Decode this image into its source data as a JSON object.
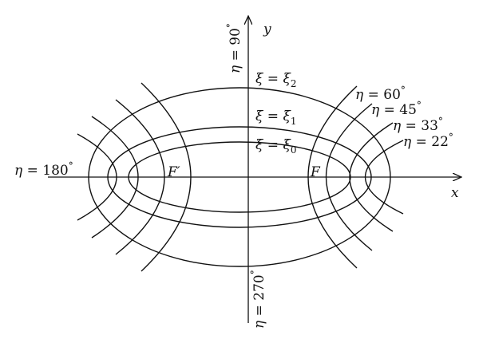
{
  "labels": {
    "eta_var": "η",
    "xi_var": "ξ",
    "eq": " = ",
    "deg": "°",
    "x_axis": "x",
    "y_axis": "y",
    "focus_right": "F",
    "focus_left": "F′",
    "eta_90": "90",
    "eta_180": "180",
    "eta_270": "270",
    "eta_60": "60",
    "eta_45": "45",
    "eta_33": "33",
    "eta_22": "22",
    "xi_sub_2": "2",
    "xi_sub_1": "1",
    "xi_sub_0": "0"
  },
  "colors": {
    "ink": "#111111",
    "background": "#ffffff"
  }
}
